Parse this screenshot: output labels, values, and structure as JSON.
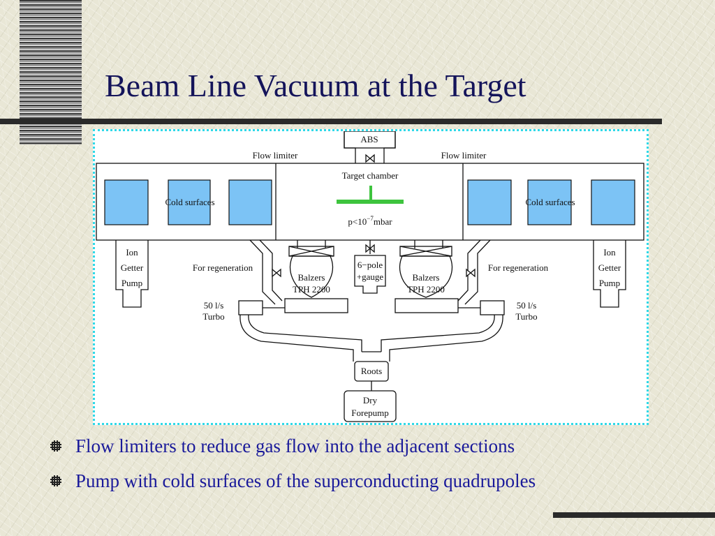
{
  "slide": {
    "title": "Beam Line Vacuum at the Target"
  },
  "diagram": {
    "abs": "ABS",
    "flow_limiter_left": "Flow limiter",
    "flow_limiter_right": "Flow limiter",
    "target_chamber": "Target chamber",
    "pressure_prefix": "p<10",
    "pressure_exp": "−7",
    "pressure_unit": "mbar",
    "cold_surfaces_left": "Cold surfaces",
    "cold_surfaces_right": "Cold surfaces",
    "ion_getter_pump_lines": [
      "Ion",
      "Getter",
      "Pump"
    ],
    "regeneration_left": "For regeneration",
    "regeneration_right": "For regeneration",
    "balzers_lines": [
      "Balzers",
      "TPH 2200"
    ],
    "sixpole_lines": [
      "6−pole",
      "+gauge"
    ],
    "turbo_lines": [
      "50 l/s",
      "Turbo"
    ],
    "roots": "Roots",
    "forepump_lines": [
      "Dry",
      "Forepump"
    ]
  },
  "bullets": [
    {
      "text": "Flow limiters to reduce gas flow into the adjacent sections"
    },
    {
      "text": "Pump with cold surfaces of the superconducting quadrupoles"
    }
  ],
  "colors": {
    "title": "#14145a",
    "bullet_text": "#1a1a9a",
    "cold_surface_fill": "#7cc3f5",
    "target_green": "#3ec43e",
    "frame_dots": "#2fd9e8"
  },
  "icons": {
    "bullet": "hash-square-bullet-icon"
  }
}
